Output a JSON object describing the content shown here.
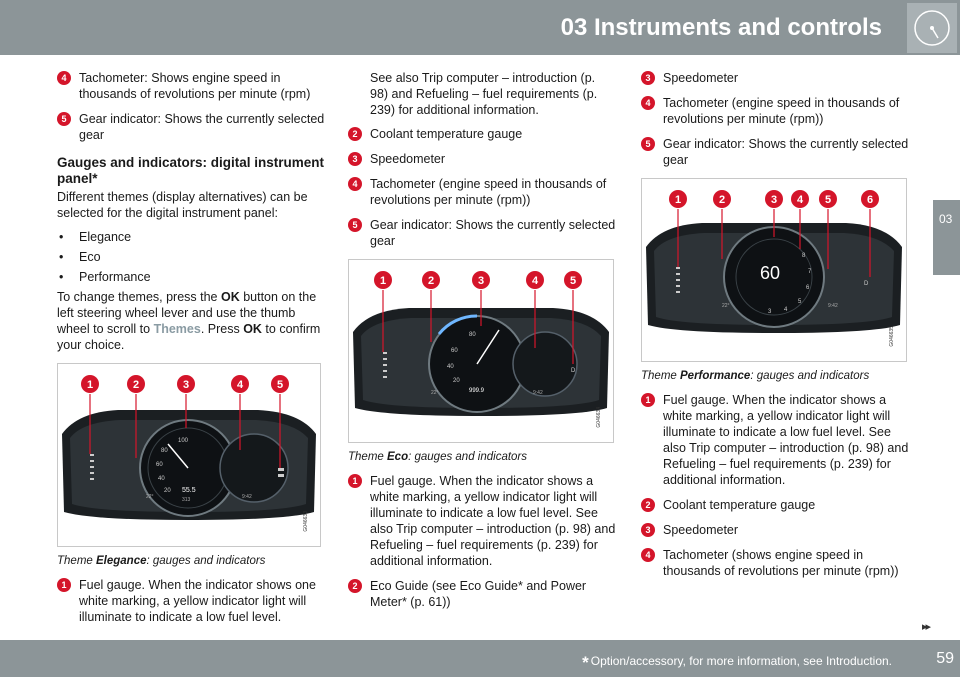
{
  "header": {
    "title": "03 Instruments and controls"
  },
  "side_tab": {
    "label": "03"
  },
  "footer": {
    "star": "*",
    "note": "Option/accessory, for more information, see Introduction.",
    "page": "59"
  },
  "col1": {
    "items": [
      {
        "n": "4",
        "text": "Tachometer: Shows engine speed in thousands of revolutions per minute (rpm)"
      },
      {
        "n": "5",
        "text": "Gear indicator: Shows the currently selected gear"
      }
    ],
    "heading": "Gauges and indicators: digital instrument panel*",
    "intro": "Different themes (display alternatives) can be selected for the digital instrument panel:",
    "themes": [
      "Elegance",
      "Eco",
      "Performance"
    ],
    "change_a": "To change themes, press the ",
    "ok": "OK",
    "change_b": " button on the left steering wheel lever and use the thumb wheel to scroll to ",
    "themes_link": "Themes",
    "change_c": ". Press ",
    "change_d": " to confirm your choice.",
    "figure": {
      "callouts": [
        "1",
        "2",
        "3",
        "4",
        "5"
      ],
      "id": "G046633",
      "readouts": [
        "100",
        "80",
        "60",
        "40",
        "20",
        "55.5",
        "313",
        "22°",
        "9:42"
      ]
    },
    "caption_pre": "Theme ",
    "caption_theme": "Elegance",
    "caption_post": ": gauges and indicators",
    "item_after": {
      "n": "1",
      "text": "Fuel gauge. When the indicator shows one white marking, a yellow indicator light will illuminate to indicate a low fuel level."
    }
  },
  "col2": {
    "continued": "See also Trip computer – introduction (p. 98) and Refueling – fuel require­ments (p. 239) for additional information.",
    "items": [
      {
        "n": "2",
        "text": "Coolant temperature gauge"
      },
      {
        "n": "3",
        "text": "Speedometer"
      },
      {
        "n": "4",
        "text": "Tachometer (engine speed in thousands of revolutions per minute (rpm))"
      },
      {
        "n": "5",
        "text": "Gear indicator: Shows the currently selected gear"
      }
    ],
    "figure": {
      "callouts": [
        "1",
        "2",
        "3",
        "4",
        "5"
      ],
      "id": "G046634",
      "readouts": [
        "80",
        "60",
        "40",
        "20",
        "999.9",
        "22°",
        "9:42",
        "D"
      ]
    },
    "caption_pre": "Theme ",
    "caption_theme": "Eco",
    "caption_post": ": gauges and indicators",
    "items_after": [
      {
        "n": "1",
        "text": "Fuel gauge. When the indicator shows a white marking, a yellow indicator light will illuminate to indicate a low fuel level. See also Trip computer – introduction (p. 98) and Refueling – fuel requirements (p. 239) for additional information."
      },
      {
        "n": "2",
        "text": "Eco Guide (see Eco Guide* and Power Meter* (p. 61))"
      }
    ]
  },
  "col3": {
    "items": [
      {
        "n": "3",
        "text": "Speedometer"
      },
      {
        "n": "4",
        "text": "Tachometer (engine speed in thousands of revolutions per minute (rpm))"
      },
      {
        "n": "5",
        "text": "Gear indicator: Shows the currently selected gear"
      }
    ],
    "figure": {
      "callouts": [
        "1",
        "2",
        "3",
        "4",
        "5",
        "6"
      ],
      "id": "G046635",
      "readouts": [
        "60",
        "8",
        "7",
        "6",
        "5",
        "4",
        "3",
        "22°",
        "9:42",
        "D"
      ]
    },
    "caption_pre": "Theme ",
    "caption_theme": "Performance",
    "caption_post": ": gauges and indicators",
    "items_after": [
      {
        "n": "1",
        "text": "Fuel gauge. When the indicator shows a white marking, a yellow indicator light will illuminate to indicate a low fuel level. See also Trip computer – introduction (p. 98) and Refueling – fuel requirements (p. 239) for additional information."
      },
      {
        "n": "2",
        "text": "Coolant temperature gauge"
      },
      {
        "n": "3",
        "text": "Speedometer"
      },
      {
        "n": "4",
        "text": "Tachometer (shows engine speed in thousands of revolutions per minute (rpm))"
      }
    ]
  },
  "colors": {
    "header": "#8c9598",
    "callout": "#d4152a",
    "link": "#8a9ba3"
  }
}
